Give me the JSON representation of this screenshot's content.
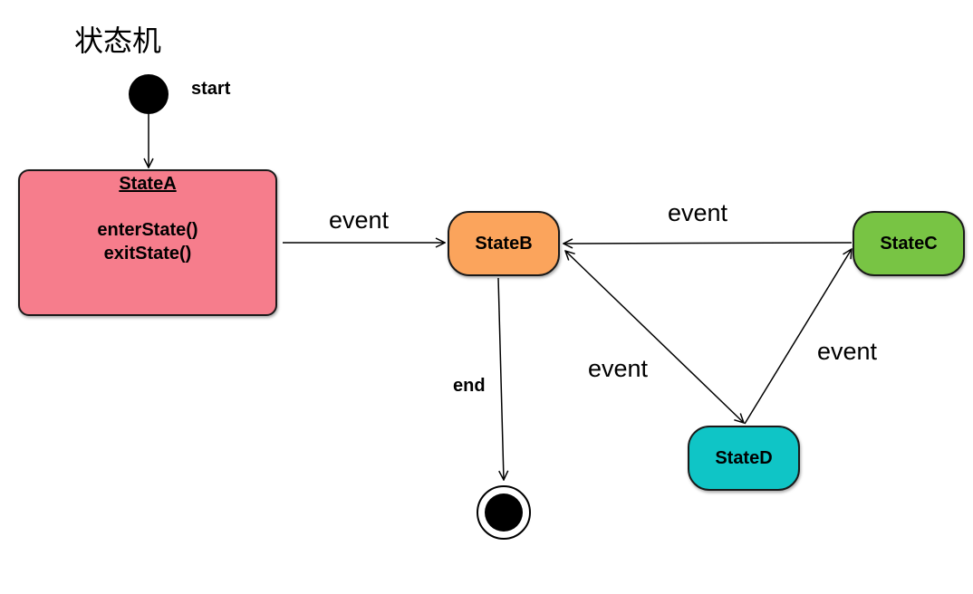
{
  "title": "状态机",
  "start": {
    "label": "start"
  },
  "end": {
    "label": "end"
  },
  "states": {
    "a": {
      "name": "StateA",
      "methods": [
        "enterState()",
        "exitState()"
      ]
    },
    "b": {
      "name": "StateB"
    },
    "c": {
      "name": "StateC"
    },
    "d": {
      "name": "StateD"
    }
  },
  "transitions": {
    "a_to_b": "event",
    "c_to_b": "event",
    "b_to_d": "event",
    "d_to_c": "event"
  },
  "colors": {
    "state_a": "#f67d8c",
    "state_b": "#fba45c",
    "state_c": "#78c444",
    "state_d": "#0fc5c6"
  }
}
